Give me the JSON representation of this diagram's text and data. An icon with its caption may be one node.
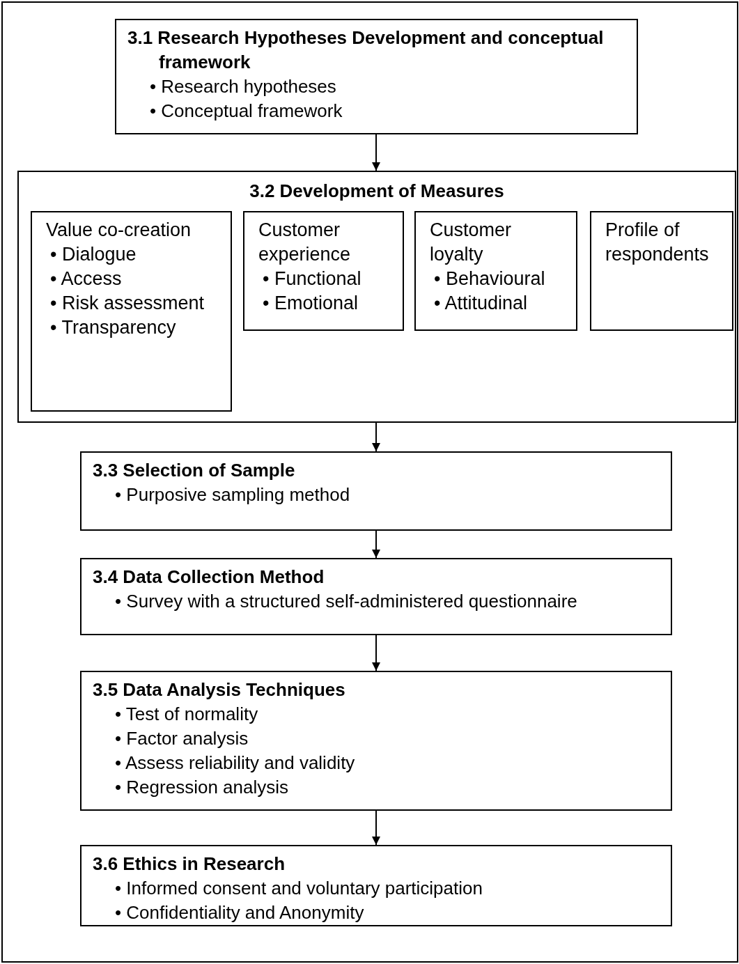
{
  "diagram": {
    "nodes": [
      {
        "text": [
          "3.1 Research Hypotheses Development and conceptual framework",
          "• Research hypotheses",
          "• Conceptual framework"
        ]
      },
      {
        "text": [
          "3.2 Development of Measures"
        ]
      },
      {
        "text": [
          "Value co-creation",
          "• Dialogue",
          "• Access",
          "• Risk assessment",
          "• Transparency"
        ],
        "in": 1
      },
      {
        "text": [
          "Customer experience",
          "• Functional",
          "• Emotional"
        ],
        "in": 1
      },
      {
        "text": [
          "Customer loyalty",
          "• Behavioural",
          "• Attitudinal"
        ],
        "in": 1
      },
      {
        "text": [
          "Profile of respondents"
        ],
        "in": 1
      },
      {
        "text": [
          "3.3 Selection of Sample",
          "• Purposive sampling method"
        ]
      },
      {
        "text": [
          "3.4 Data Collection Method",
          "• Survey with a structured self-administered questionnaire"
        ]
      },
      {
        "text": [
          "3.5 Data Analysis Techniques",
          "• Test of normality",
          "• Factor analysis",
          "• Assess reliability and validity",
          "• Regression analysis"
        ]
      },
      {
        "text": [
          "3.6 Ethics in Research",
          "• Informed consent and voluntary participation",
          "• Confidentiality and Anonymity"
        ]
      }
    ],
    "edges": [
      {
        "from": 0,
        "to": 1,
        "arrow": "to"
      },
      {
        "from": 1,
        "to": 6,
        "arrow": "to"
      },
      {
        "from": 6,
        "to": 7,
        "arrow": "to"
      },
      {
        "from": 7,
        "to": 8,
        "arrow": "to"
      },
      {
        "from": 8,
        "to": 9,
        "arrow": "to"
      }
    ]
  }
}
